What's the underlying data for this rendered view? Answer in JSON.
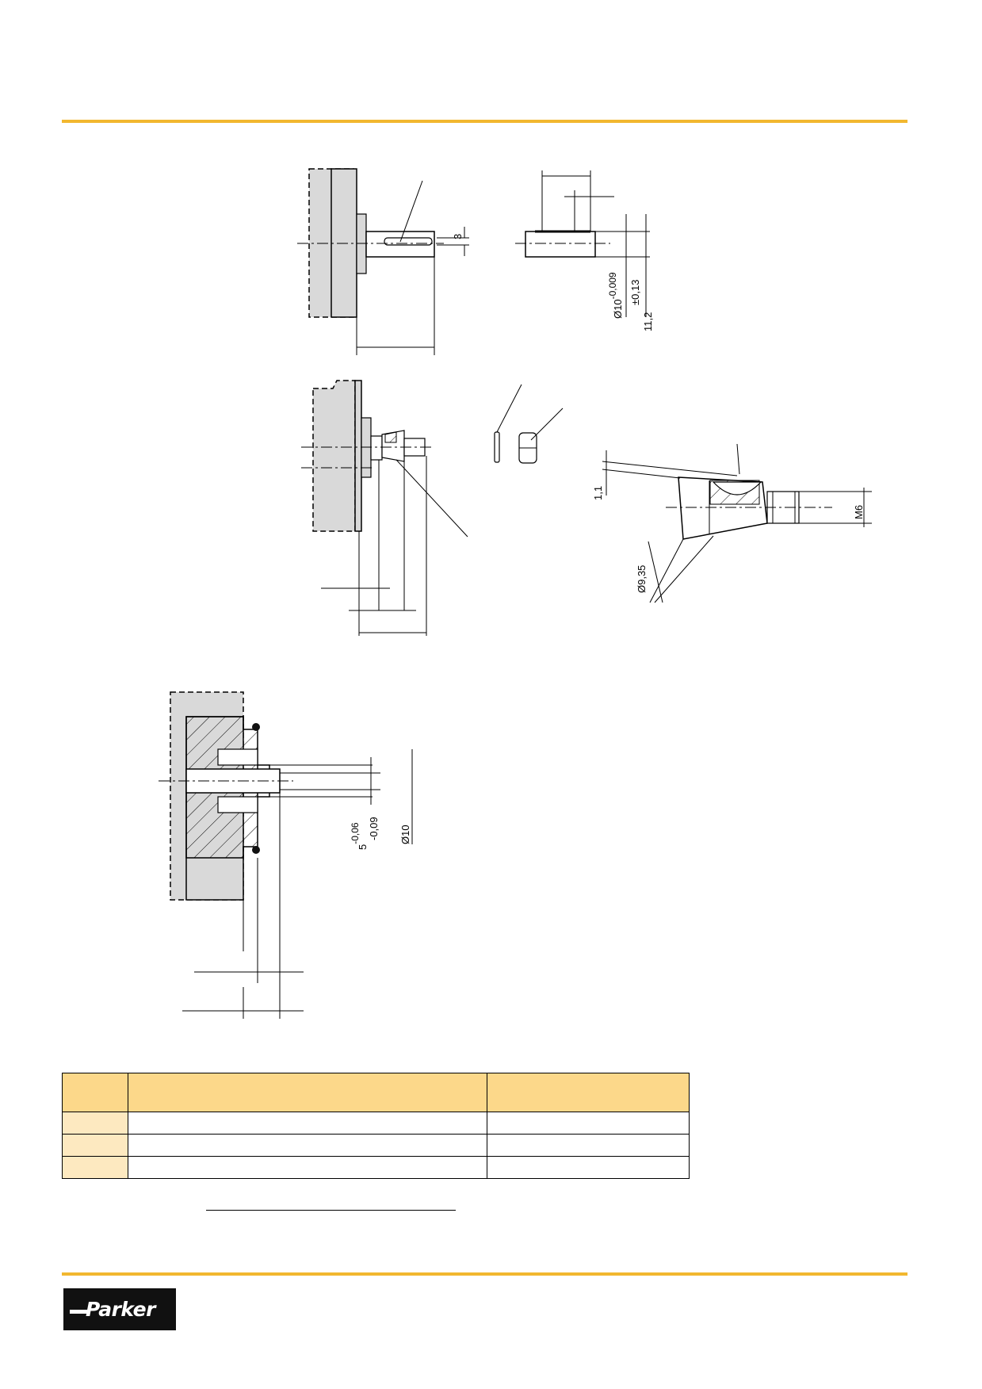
{
  "colors": {
    "accent": "#f2b72f",
    "header_fill": "#fcd88a",
    "row_fill": "#fde9c0",
    "housing_fill": "#d9d9d9"
  },
  "dimensions": {
    "key_height": "3",
    "shaft_diameter": "Ø10",
    "shaft_tolerance": "-0,009",
    "key_depth": "11,2",
    "key_depth_tolerance": "±0,13",
    "taper_rise": "1,1",
    "taper_diameter": "Ø9,35",
    "thread": "M6",
    "spline_width": "5",
    "spline_tol_upper": "-0,06",
    "spline_tol_lower": "-0,09",
    "spline_diameter": "Ø10"
  },
  "table": {
    "header": [
      "",
      "",
      ""
    ],
    "rows": [
      [
        "",
        "",
        ""
      ],
      [
        "",
        "",
        ""
      ],
      [
        "",
        "",
        ""
      ]
    ]
  },
  "logo": {
    "text": "Parker"
  }
}
